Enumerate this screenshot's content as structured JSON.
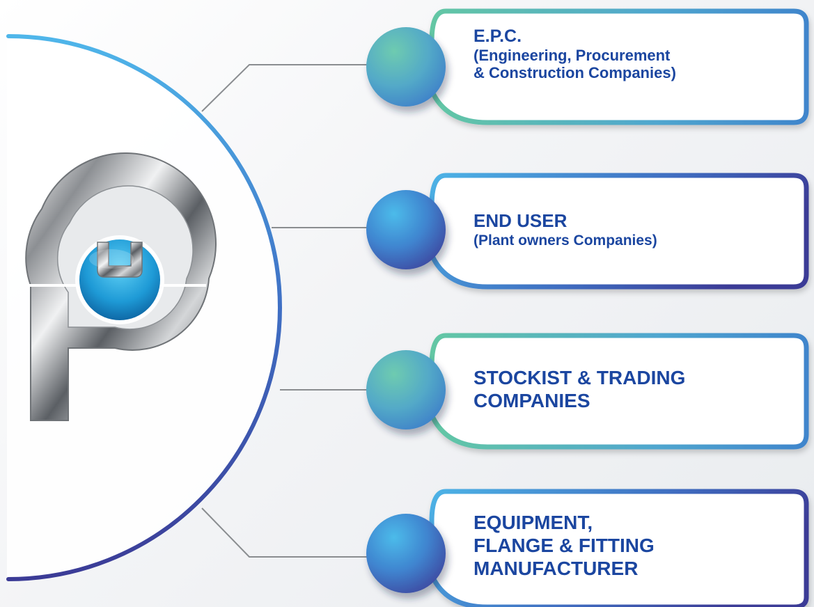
{
  "colors": {
    "text": "#1b46a0",
    "connector": "#8a8d90",
    "arc_start": "#4fb0e6",
    "arc_end": "#3b3c97",
    "teal": "#5fc3a6",
    "blue": "#3a93d6",
    "indigo": "#3b3c97"
  },
  "logo": {
    "icon": "p-pipe-logo-icon"
  },
  "cards": [
    {
      "title": "E.P.C.",
      "subtitle": "(Engineering, Procurement\n& Construction Companies)"
    },
    {
      "title": "END USER",
      "subtitle": "(Plant owners Companies)"
    },
    {
      "title": "STOCKIST & TRADING\nCOMPANIES",
      "subtitle": ""
    },
    {
      "title": "EQUIPMENT,\nFLANGE & FITTING\nMANUFACTURER",
      "subtitle": ""
    }
  ]
}
